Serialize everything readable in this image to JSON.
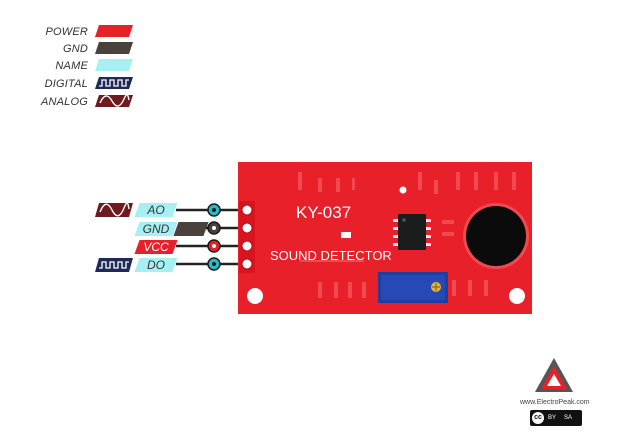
{
  "legend": [
    {
      "label": "POWER",
      "type": "power",
      "color": "#e8202a"
    },
    {
      "label": "GND",
      "type": "gnd",
      "color": "#4a403c"
    },
    {
      "label": "NAME",
      "type": "name",
      "color": "#a6f0f3"
    },
    {
      "label": "DIGITAL",
      "type": "digital",
      "color": "#1e2a55"
    },
    {
      "label": "ANALOG",
      "type": "analog",
      "color": "#6e1a1e"
    }
  ],
  "board": {
    "model": "KY-037",
    "name": "SOUND DETECTOR",
    "color": "#e8202a"
  },
  "pins": [
    {
      "label": "AO",
      "signal": "analog"
    },
    {
      "label": "GND",
      "signal": "gnd"
    },
    {
      "label": "VCC",
      "signal": "power"
    },
    {
      "label": "DO",
      "signal": "digital"
    }
  ],
  "branding": {
    "site": "www.ElectroPeak.com",
    "license_cc": "cc",
    "license_by": "BY",
    "license_sa": "SA"
  }
}
